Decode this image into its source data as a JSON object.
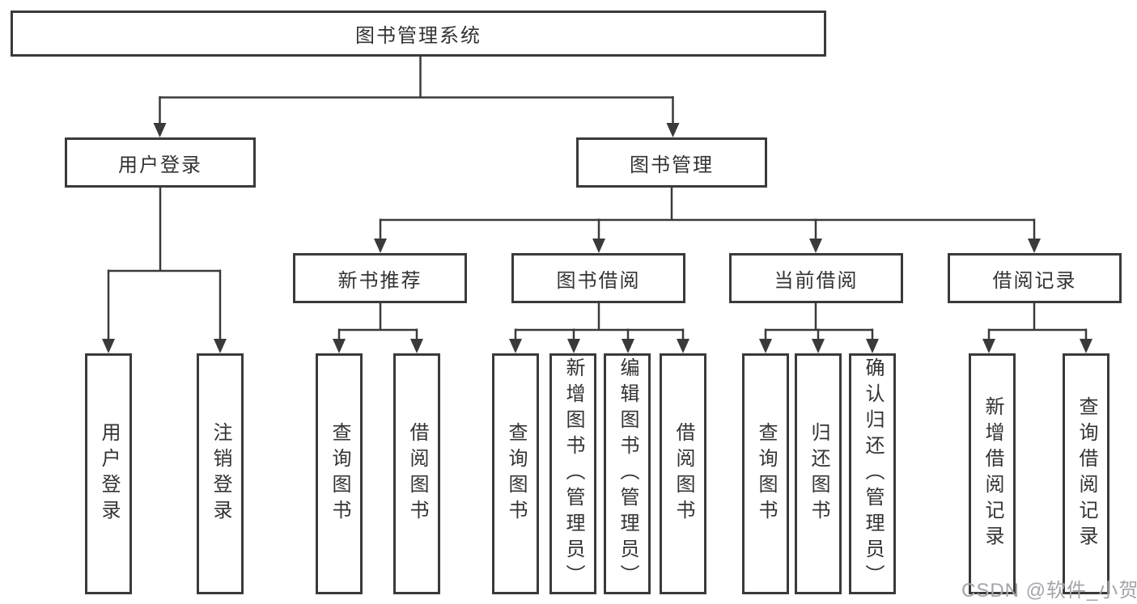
{
  "colors": {
    "line": "#3a3a3a",
    "box_background": "#ffffff",
    "text": "#333333",
    "watermark": "#a5a4aa"
  },
  "watermark": {
    "text": "CSDN @软件_小贺同学"
  },
  "tree": {
    "root": {
      "label": "图书管理系统"
    },
    "branches": [
      {
        "label": "用户登录",
        "children": [
          {
            "label": "用户登录"
          },
          {
            "label": "注销登录"
          }
        ]
      },
      {
        "label": "图书管理",
        "children": [
          {
            "label": "新书推荐",
            "children": [
              {
                "label": "查询图书"
              },
              {
                "label": "借阅图书"
              }
            ]
          },
          {
            "label": "图书借阅",
            "children": [
              {
                "label": "查询图书"
              },
              {
                "label": "新增图书（管理员）"
              },
              {
                "label": "编辑图书（管理员）"
              },
              {
                "label": "借阅图书"
              }
            ]
          },
          {
            "label": "当前借阅",
            "children": [
              {
                "label": "查询图书"
              },
              {
                "label": "归还图书"
              },
              {
                "label": "确认归还（管理员）"
              }
            ]
          },
          {
            "label": "借阅记录",
            "children": [
              {
                "label": "新增借阅记录"
              },
              {
                "label": "查询借阅记录"
              }
            ]
          }
        ]
      }
    ]
  }
}
